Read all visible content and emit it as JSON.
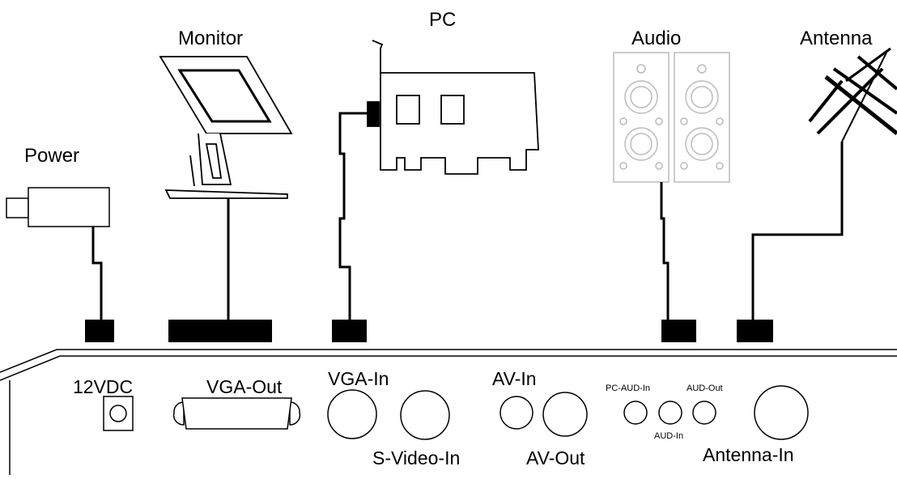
{
  "devices": {
    "pc": "PC",
    "monitor": "Monitor",
    "power": "Power",
    "audio": "Audio",
    "antenna": "Antenna"
  },
  "ports": {
    "dc12v": "12VDC",
    "vga_out": "VGA-Out",
    "vga_in": "VGA-In",
    "av_in": "AV-In",
    "pc_aud_in": "PC-AUD-In",
    "aud_out": "AUD-Out",
    "s_video_in": "S-Video-In",
    "av_out": "AV-Out",
    "aud_in": "AUD-In",
    "antenna_in": "Antenna-In"
  },
  "colors": {
    "line": "#000000",
    "speaker": "#bbbbbb",
    "background": "#ffffff"
  }
}
